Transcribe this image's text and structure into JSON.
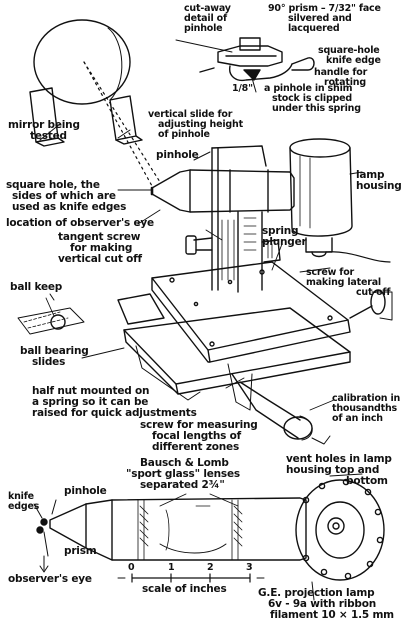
{
  "labels": {
    "cutaway_1": "cut-away",
    "cutaway_2": "detail of",
    "cutaway_3": "pinhole",
    "prism_1": "90° prism – 7/32\" face",
    "prism_2": "silvered and",
    "prism_3": "lacquered",
    "square_knife_1": "square-hole",
    "square_knife_2": "knife edge",
    "handle_1": "handle for",
    "handle_2": "rotating",
    "shim_1": "a pinhole in shim",
    "shim_2": "stock is clipped",
    "shim_3": "under this spring",
    "fraction_1_8": "1/8\"",
    "mirror_1": "mirror being",
    "mirror_2": "tested",
    "vslide_1": "vertical slide for",
    "vslide_2": "adjusting height",
    "vslide_3": "of pinhole",
    "pinhole_top": "pinhole",
    "lamp_1": "lamp",
    "lamp_2": "housing",
    "sqhole_1": "square hole, the",
    "sqhole_2": "sides of which are",
    "sqhole_3": "used as knife edges",
    "observer_loc": "location of observer's eye",
    "tangent_1": "tangent screw",
    "tangent_2": "for making",
    "tangent_3": "vertical cut off",
    "spring_1": "spring",
    "spring_2": "plunger",
    "lateral_1": "screw for",
    "lateral_2": "making lateral",
    "lateral_3": "cut-off",
    "ballkeep": "ball keep",
    "ballbearing_1": "ball bearing",
    "ballbearing_2": "slides",
    "halfnut_1": "half nut mounted on",
    "halfnut_2": "a spring so it can be",
    "halfnut_3": "raised for quick adjustments",
    "focal_1": "screw for measuring",
    "focal_2": "focal lengths of",
    "focal_3": "different zones",
    "calib_1": "calibration in",
    "calib_2": "thousandths",
    "calib_3": "of an inch",
    "bausch_1": "Bausch & Lomb",
    "bausch_2": "\"sport glass\" lenses",
    "bausch_3": "separated 2¾\"",
    "vent_1": "vent holes in lamp",
    "vent_2": "housing top and",
    "vent_3": "bottom",
    "knife_1": "knife",
    "knife_2": "edges",
    "pinhole_bottom": "pinhole",
    "prism_bottom": "prism",
    "observers_eye": "observer's eye",
    "scale_title": "scale of inches",
    "scale_0": "0",
    "scale_1": "1",
    "scale_2": "2",
    "scale_3": "3",
    "ge_1": "G.E. projection lamp",
    "ge_2": "6v - 9a  with ribbon",
    "ge_3": "filament  10 × 1.5 mm"
  }
}
